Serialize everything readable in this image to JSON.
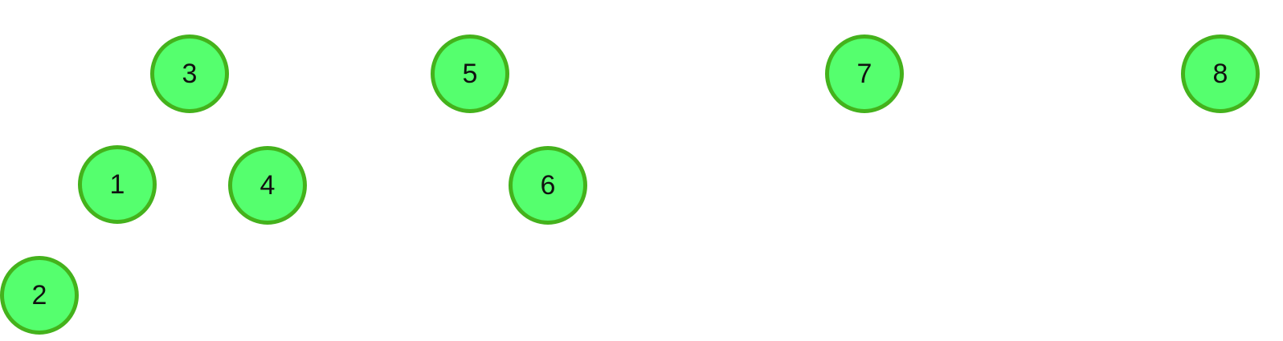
{
  "colors": {
    "background": "#ffffff",
    "node_fill": "#55ff6e",
    "node_stroke": "#44b21c",
    "label": "#111111"
  },
  "nodes": [
    {
      "label": "1"
    },
    {
      "label": "2"
    },
    {
      "label": "3"
    },
    {
      "label": "4"
    },
    {
      "label": "5"
    },
    {
      "label": "6"
    },
    {
      "label": "7"
    },
    {
      "label": "8"
    }
  ]
}
